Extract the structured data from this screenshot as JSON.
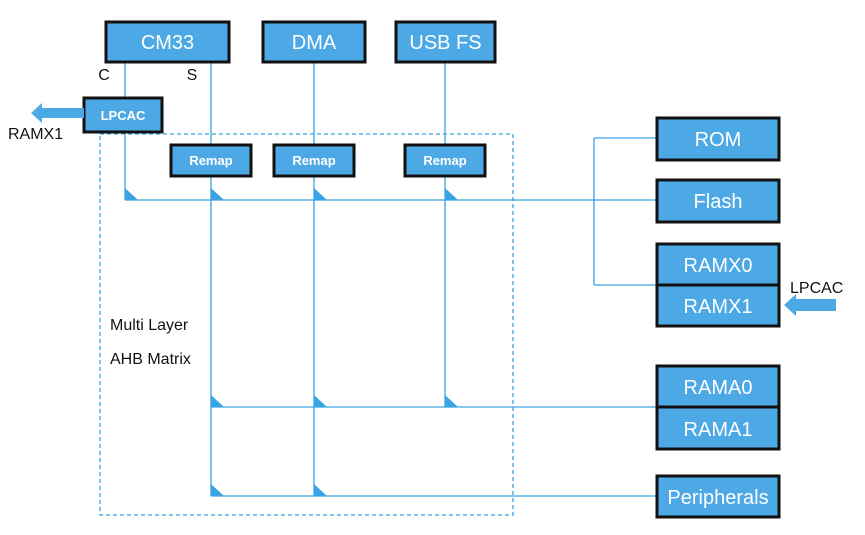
{
  "colors": {
    "box_fill": "#4da9e6",
    "line": "#3aa3e3",
    "border": "#111111",
    "dashed": "#3aa3e3"
  },
  "masters": {
    "cm33": "CM33",
    "dma": "DMA",
    "usb": "USB FS"
  },
  "cm33_ports": {
    "c": "C",
    "s": "S"
  },
  "lpcac_left": "LPCAC",
  "ramx1_left_label": "RAMX1",
  "remap_label": "Remap",
  "matrix_label": {
    "line1": "Multi Layer",
    "line2": "AHB Matrix"
  },
  "slaves": {
    "rom": "ROM",
    "flash": "Flash",
    "ramx0": "RAMX0",
    "ramx1": "RAMX1",
    "rama0": "RAMA0",
    "rama1": "RAMA1",
    "peripherals": "Peripherals"
  },
  "lpcac_right": "LPCAC"
}
